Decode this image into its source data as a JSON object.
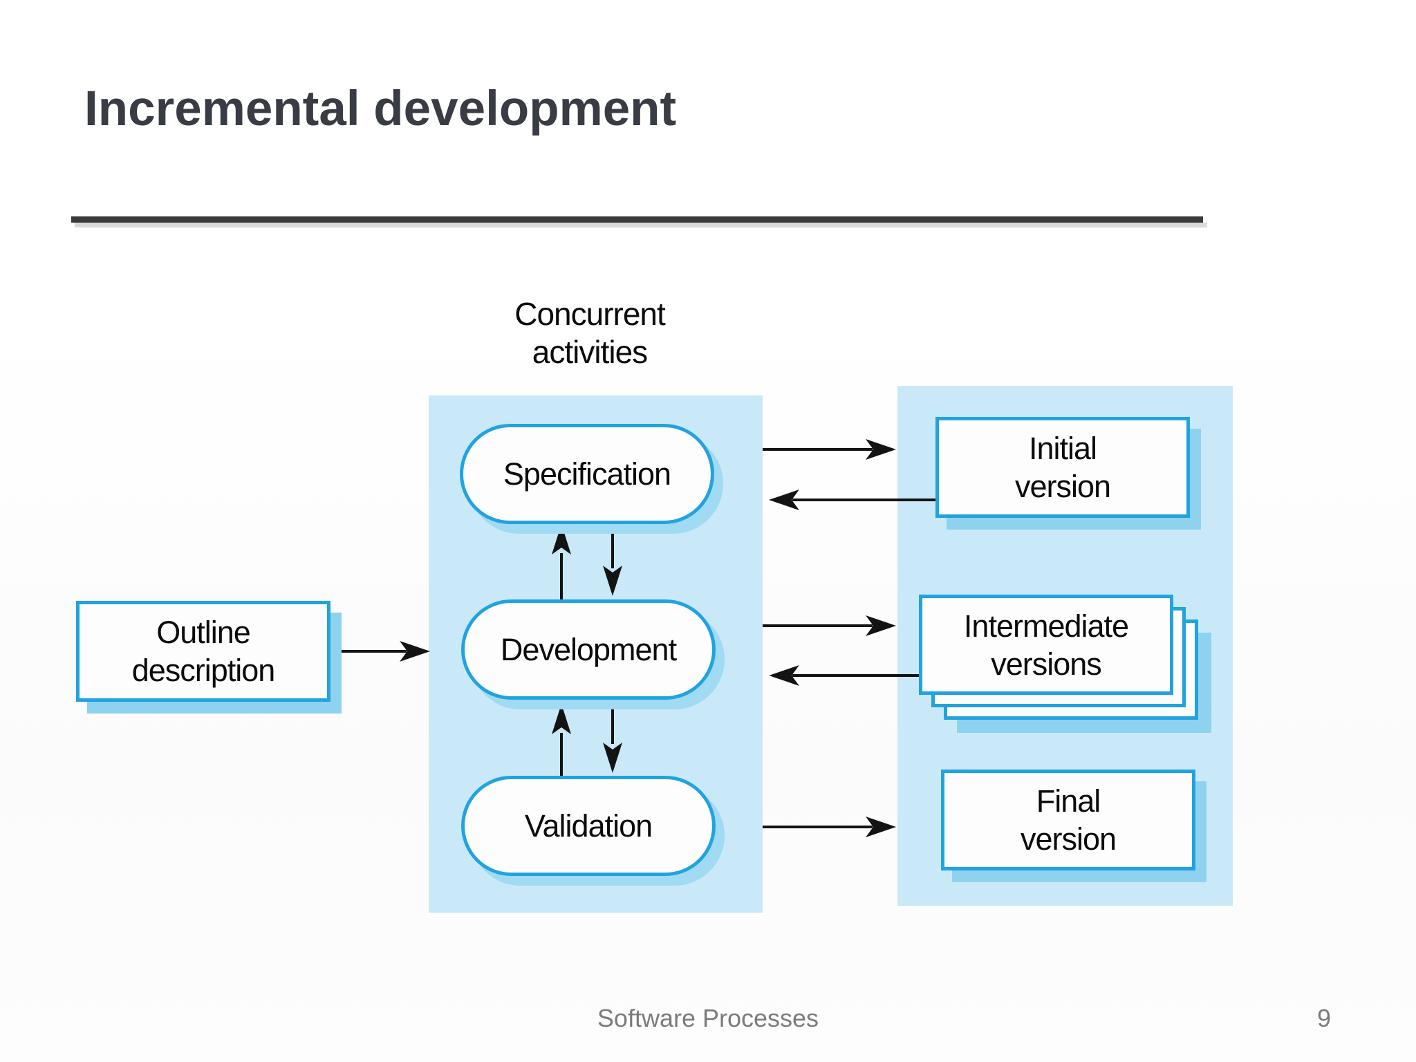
{
  "slide": {
    "title": "Incremental development",
    "footer_left": "Software Processes",
    "page_number": "9"
  },
  "diagram": {
    "concurrent_label": "Concurrent\nactivities",
    "outline_label": "Outline\ndescription",
    "activities": [
      "Specification",
      "Development",
      "Validation"
    ],
    "versions": [
      "Initial\nversion",
      "Intermediate\nversions",
      "Final\nversion"
    ],
    "colors": {
      "panel_blue": "#cae9f8",
      "node_border_blue": "#21a3e0",
      "node_shadow_blue": "#8fd2f0",
      "stadium_shadow_blue": "#a0daf3",
      "arrow_black": "#131313",
      "title_gray": "#393c45",
      "rule_dark": "#3a3a3a",
      "rule_shadow": "#d9d9d9",
      "footer_gray": "#7b7b7e"
    }
  }
}
